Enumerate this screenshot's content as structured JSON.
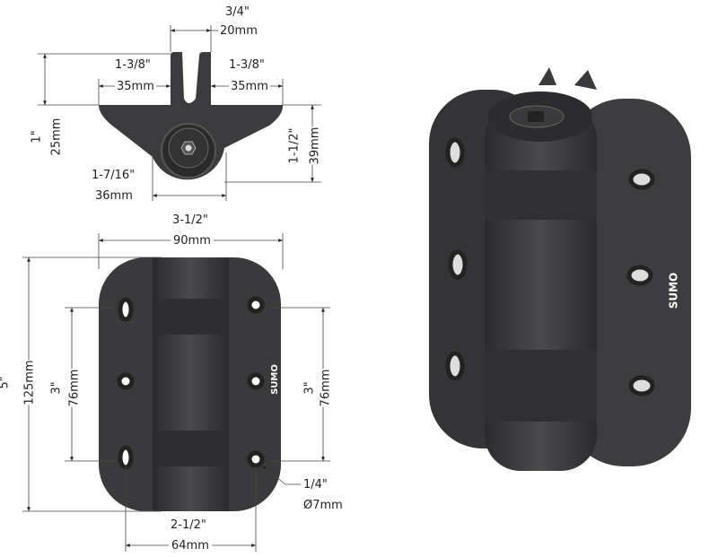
{
  "top_view": {
    "gap_in": "3/4\"",
    "gap_mm": "20mm",
    "left_flange_in": "1-3/8\"",
    "left_flange_mm": "35mm",
    "right_flange_in": "1-3/8\"",
    "right_flange_mm": "35mm",
    "finger_height_in": "1\"",
    "finger_height_mm": "25mm",
    "body_depth_in": "1-1/2\"",
    "body_depth_mm": "39mm",
    "barrel_dia_in": "1-7/16\"",
    "barrel_dia_mm": "36mm"
  },
  "front_view": {
    "width_in": "3-1/2\"",
    "width_mm": "90mm",
    "height_in": "5\"",
    "height_mm": "125mm",
    "left_hole_spacing_in": "3\"",
    "left_hole_spacing_mm": "76mm",
    "right_hole_spacing_in": "3\"",
    "right_hole_spacing_mm": "76mm",
    "hole_dia_in": "1/4\"",
    "hole_dia_mm": "Ø7mm",
    "hole_column_spacing_in": "2-1/2\"",
    "hole_column_spacing_mm": "64mm",
    "brand_logo": "SUMO"
  },
  "colors": {
    "part": "#3a3a3c",
    "dim_line": "#333333"
  }
}
